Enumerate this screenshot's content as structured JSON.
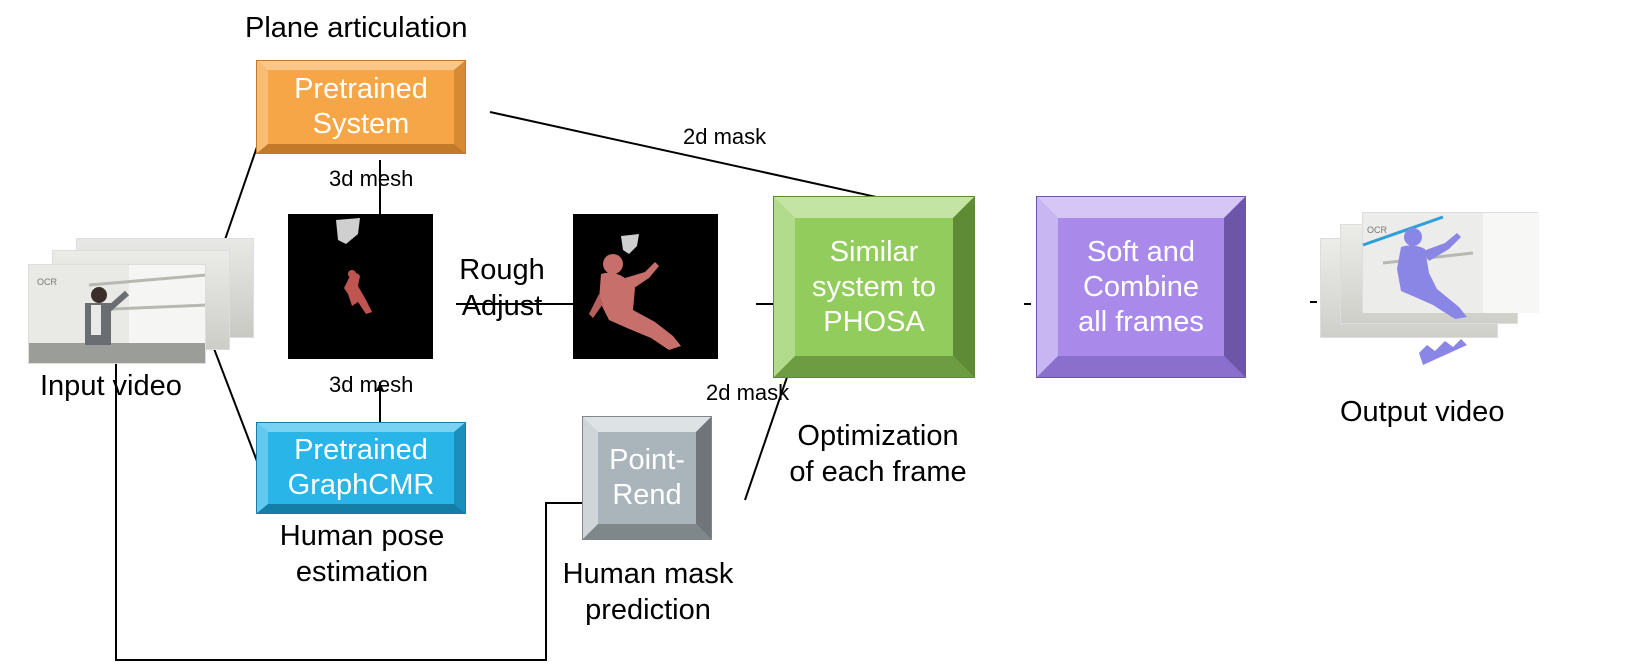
{
  "labels": {
    "plane_articulation": "Plane articulation",
    "input_video": "Input video",
    "human_pose_1": "Human pose",
    "human_pose_2": "estimation",
    "human_mask_1": "Human mask",
    "human_mask_2": "prediction",
    "optimization_1": "Optimization",
    "optimization_2": "of each frame",
    "output_video": "Output video",
    "rough_adjust_1": "Rough",
    "rough_adjust_2": "Adjust",
    "mesh_top": "3d mesh",
    "mesh_bottom": "3d mesh",
    "mask_top": "2d mask",
    "mask_bottom": "2d mask"
  },
  "boxes": {
    "pretrained_system": [
      "Pretrained",
      "System"
    ],
    "graphcmr": [
      "Pretrained",
      "GraphCMR"
    ],
    "pointrend": [
      "Point-",
      "Rend"
    ],
    "phosa": [
      "Similar",
      "system to",
      "PHOSA"
    ],
    "combine": [
      "Soft and",
      "Combine",
      "all frames"
    ]
  },
  "colors": {
    "orange": "#f6a646",
    "blue": "#29b5e8",
    "green": "#8fca5a",
    "purple": "#a889ea",
    "gray": "#a8b3ba",
    "mesh": "#c46a66",
    "output_mesh": "#8a86e6"
  }
}
